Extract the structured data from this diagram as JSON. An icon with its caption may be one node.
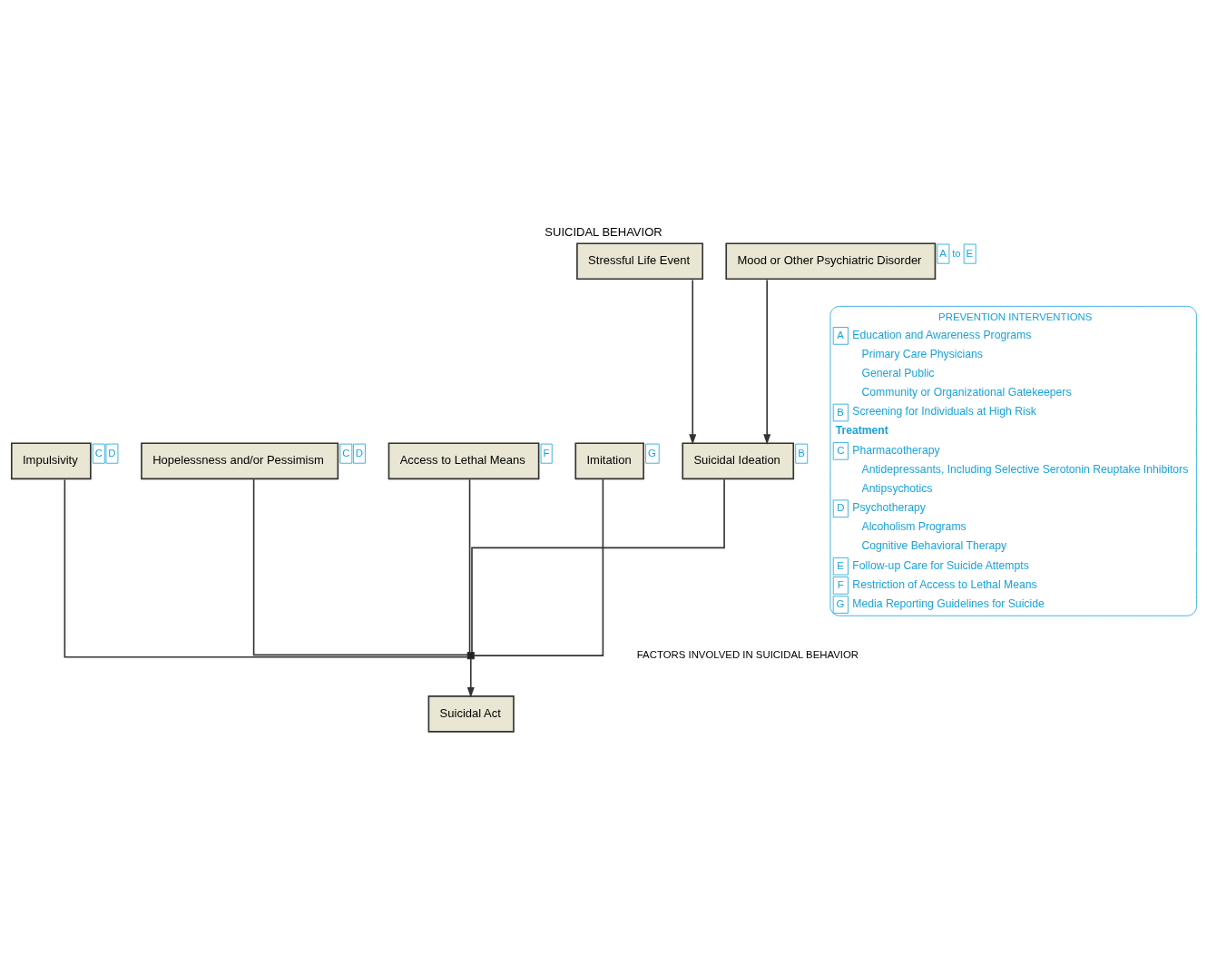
{
  "diagram": {
    "title": "SUICIDAL BEHAVIOR",
    "nodes": [
      {
        "text": [
          "Stressful Life Event"
        ]
      },
      {
        "text": [
          "Mood or Other Psychiatric Disorder"
        ],
        "beside": [
          "A",
          "to",
          "E"
        ]
      },
      {
        "text": [
          "Suicidal Ideation"
        ],
        "beside": [
          "B"
        ]
      },
      {
        "text": [
          "Impulsivity"
        ],
        "beside": [
          "C",
          "D"
        ]
      },
      {
        "text": [
          "Hopelessness and/or Pessimism"
        ],
        "beside": [
          "C",
          "D"
        ]
      },
      {
        "text": [
          "Access to Lethal Means"
        ],
        "beside": [
          "F"
        ]
      },
      {
        "text": [
          "Imitation"
        ],
        "beside": [
          "G"
        ]
      },
      {
        "text": [
          "Suicidal Act"
        ]
      },
      {
        "text": [],
        "shape": "box"
      },
      {
        "text": [
          "PREVENTION INTERVENTIONS",
          "A",
          "Education and Awareness Programs",
          "Primary Care Physicians",
          "General Public",
          "Community or Organizational Gatekeepers",
          "B",
          "Screening for Individuals at High Risk",
          "Treatment",
          "C",
          "Pharmacotherapy",
          "Antidepressants, Including Selective Serotonin Reuptake Inhibitors",
          "Antipsychotics",
          "D",
          "Psychotherapy",
          "Alcoholism Programs",
          "Cognitive Behavioral Therapy",
          "E",
          "Follow-up Care for Suicide Attempts",
          "F",
          "Restriction of Access to Lethal Means",
          "G",
          "Media Reporting Guidelines for Suicide"
        ]
      }
    ],
    "edges": [
      {
        "from": 0,
        "to": 2,
        "arrow": "to"
      },
      {
        "from": 1,
        "to": 2,
        "arrow": "to"
      },
      {
        "from": 2,
        "to": 8,
        "arrow": "none"
      },
      {
        "from": 3,
        "to": 8,
        "arrow": "none"
      },
      {
        "from": 4,
        "to": 8,
        "arrow": "none"
      },
      {
        "from": 5,
        "to": 8,
        "arrow": "none"
      },
      {
        "from": 6,
        "to": 8,
        "arrow": "none"
      },
      {
        "from": 8,
        "to": 7,
        "arrow": "to"
      }
    ],
    "labels": [
      "FACTORS INVOLVED IN SUICIDAL BEHAVIOR"
    ]
  }
}
